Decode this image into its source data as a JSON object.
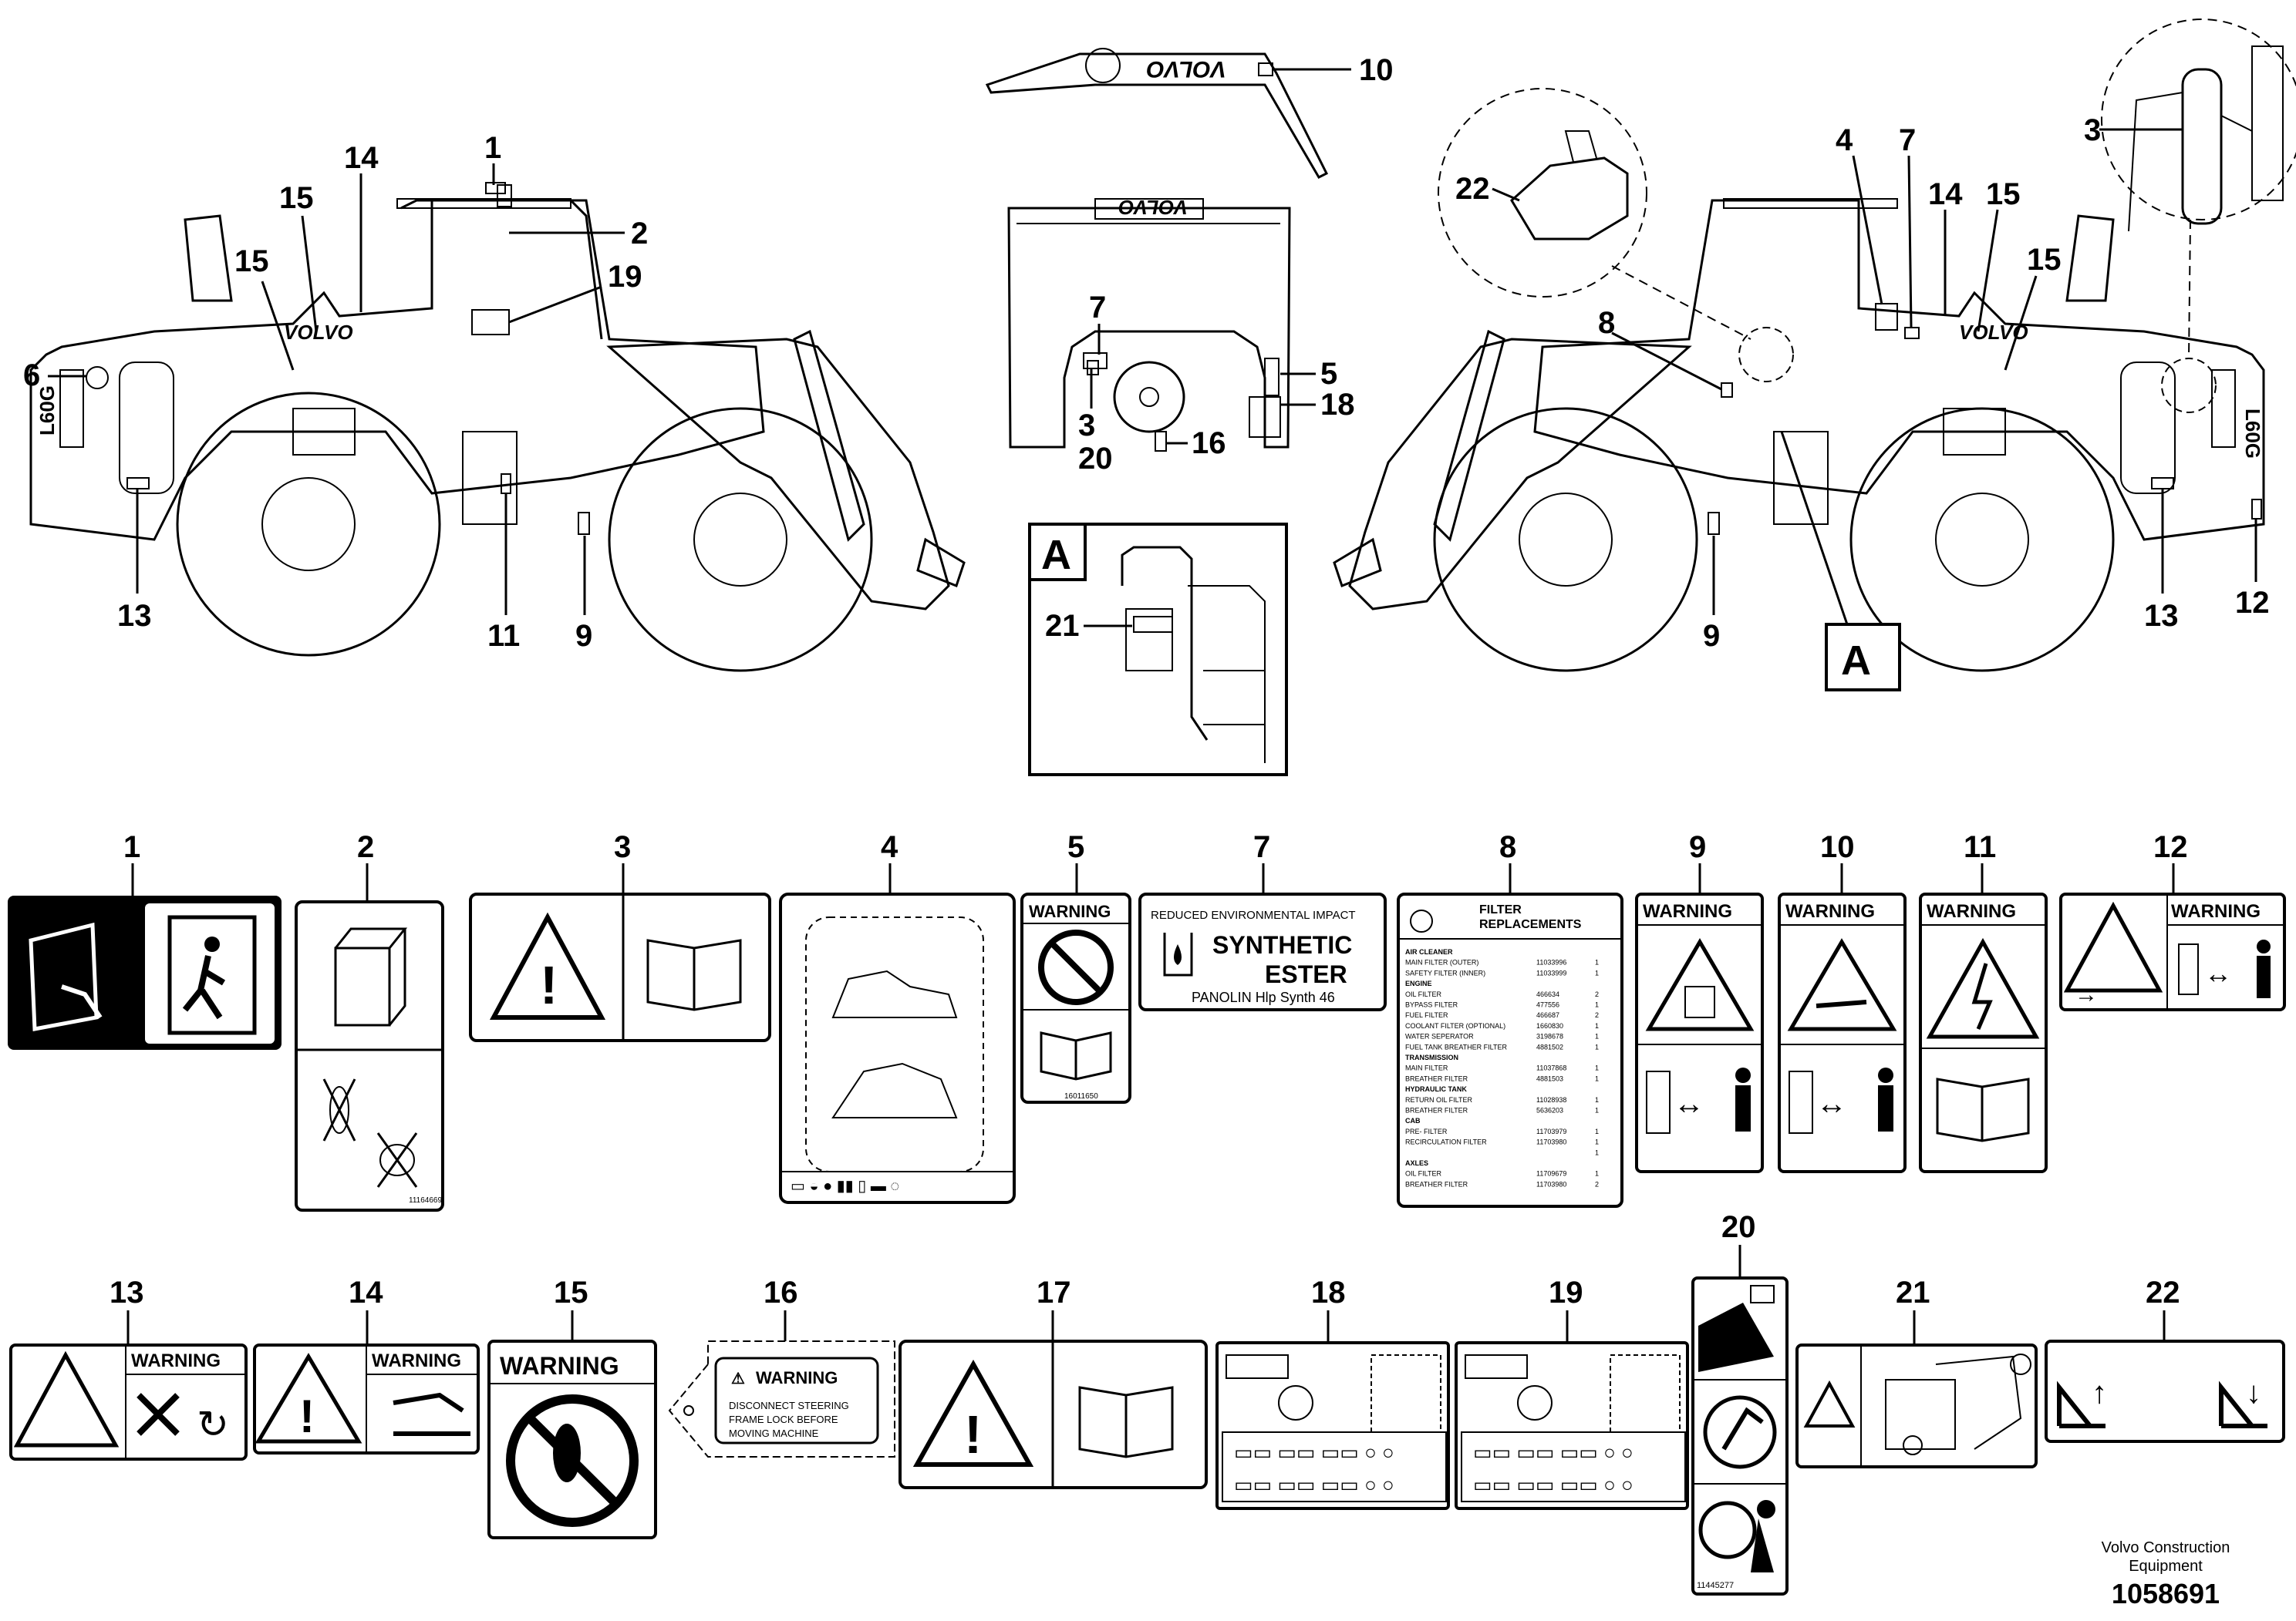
{
  "diagram": {
    "callouts": {
      "left_machine": [
        "1",
        "2",
        "19",
        "14",
        "15",
        "15",
        "6",
        "13",
        "11",
        "9"
      ],
      "center": [
        "10",
        "7",
        "3",
        "20",
        "16",
        "5",
        "18"
      ],
      "right_machine": [
        "22",
        "4",
        "7",
        "14",
        "15",
        "15",
        "3",
        "8",
        "13",
        "12",
        "9"
      ],
      "detail_a_label": "A",
      "detail_a_callout": "21",
      "right_machine_a_label": "A"
    },
    "machine_model_text": "L60G",
    "brand_text": "VOLVO",
    "decals": {
      "n1": "1",
      "n2": "2",
      "n3": "3",
      "n4": "4",
      "n5": "5",
      "n7": "7",
      "n8": "8",
      "n9": "9",
      "n10": "10",
      "n11": "11",
      "n12": "12",
      "n13": "13",
      "n14": "14",
      "n15": "15",
      "n16": "16",
      "n17": "17",
      "n18": "18",
      "n19": "19",
      "n20": "20",
      "n21": "21",
      "n22": "22"
    },
    "decal_text": {
      "warning": "WARNING",
      "d2_code": "11164669",
      "d5_code": "16011650",
      "d7_line1": "REDUCED ENVIRONMENTAL IMPACT",
      "d7_line2": "SYNTHETIC",
      "d7_line3": "ESTER",
      "d7_line4": "PANOLIN Hlp Synth 46",
      "d8_title1": "FILTER",
      "d8_title2": "REPLACEMENTS",
      "d8_rows": [
        [
          "AIR CLEANER",
          "",
          ""
        ],
        [
          "MAIN FILTER (OUTER)",
          "11033996",
          "1"
        ],
        [
          "SAFETY FILTER (INNER)",
          "11033999",
          "1"
        ],
        [
          "ENGINE",
          "",
          ""
        ],
        [
          "OIL FILTER",
          "466634",
          "2"
        ],
        [
          "BYPASS FILTER",
          "477556",
          "1"
        ],
        [
          "FUEL FILTER",
          "466687",
          "2"
        ],
        [
          "COOLANT FILTER (OPTIONAL)",
          "1660830",
          "1"
        ],
        [
          "WATER SEPERATOR",
          "3198678",
          "1"
        ],
        [
          "FUEL TANK BREATHER FILTER",
          "4881502",
          "1"
        ],
        [
          "TRANSMISSION",
          "",
          ""
        ],
        [
          "MAIN FILTER",
          "11037868",
          "1"
        ],
        [
          "BREATHER FILTER",
          "4881503",
          "1"
        ],
        [
          "HYDRAULIC TANK",
          "",
          ""
        ],
        [
          "RETURN OIL FILTER",
          "11028938",
          "1"
        ],
        [
          "BREATHER FILTER",
          "5636203",
          "1"
        ],
        [
          "CAB",
          "",
          ""
        ],
        [
          "PRE- FILTER",
          "11703979",
          "1"
        ],
        [
          "RECIRCULATION FILTER",
          "11703980",
          "1"
        ],
        [
          "",
          "",
          "1"
        ],
        [
          "AXLES",
          "",
          ""
        ],
        [
          "OIL FILTER",
          "11709679",
          "1"
        ],
        [
          "BREATHER FILTER",
          "11703980",
          "2"
        ]
      ],
      "d16_title": "WARNING",
      "d16_line1": "DISCONNECT STEERING",
      "d16_line2": "FRAME LOCK BEFORE",
      "d16_line3": "MOVING MACHINE",
      "d20_code": "11445277"
    },
    "footer": {
      "company_line1": "Volvo Construction",
      "company_line2": "Equipment",
      "drawing_number": "1058691"
    }
  }
}
